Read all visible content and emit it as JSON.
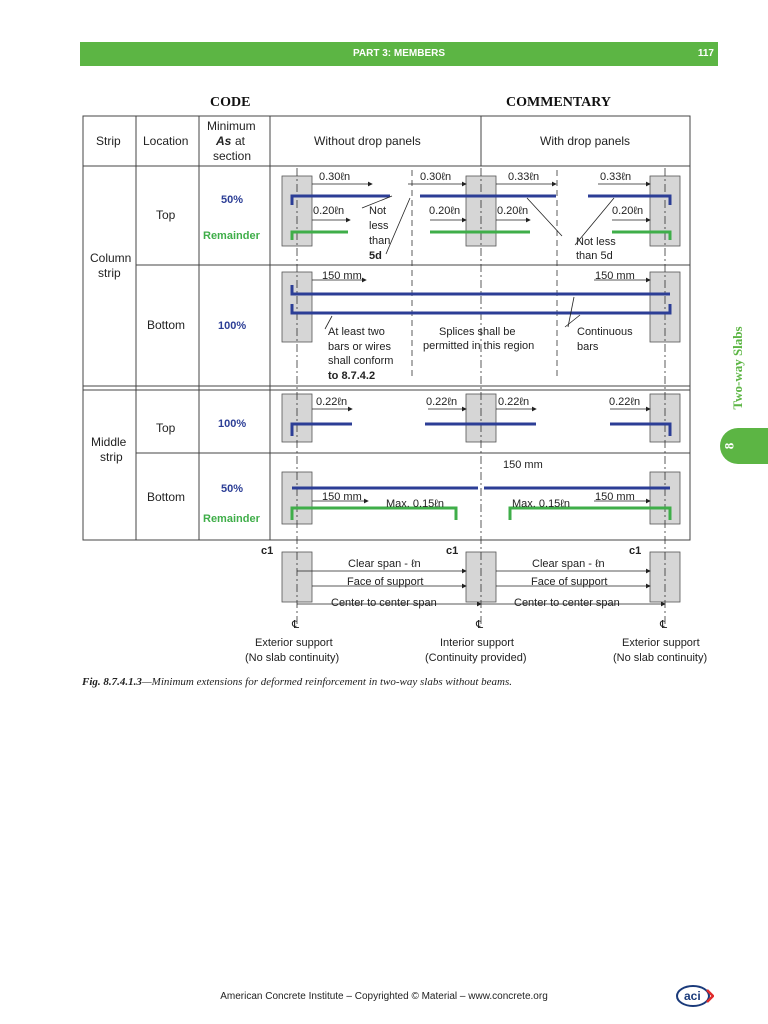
{
  "header": {
    "part": "PART 3: MEMBERS",
    "page_number": "117"
  },
  "columns": {
    "code": "CODE",
    "commentary": "COMMENTARY"
  },
  "side_tab": {
    "chapter": "8",
    "title": "Two-way Slabs"
  },
  "table": {
    "headers": {
      "strip": "Strip",
      "location": "Location",
      "min_as_1": "Minimum",
      "min_as_2": "As",
      "min_as_3": "at",
      "min_as_4": "section",
      "without": "Without drop panels",
      "with": "With drop panels"
    },
    "column_strip_1": "Column",
    "column_strip_2": "strip",
    "middle_strip_1": "Middle",
    "middle_strip_2": "strip",
    "top": "Top",
    "bottom": "Bottom",
    "pct50": "50%",
    "pct100": "100%",
    "remainder": "Remainder"
  },
  "figure": {
    "dim_030": "0.30ℓn",
    "dim_033": "0.33ℓn",
    "dim_020": "0.20ℓn",
    "dim_022": "0.22ℓn",
    "dim_150": "150 mm",
    "max_015": "Max. 0.15ℓn",
    "not_less_1": "Not",
    "not_less_2": "less",
    "not_less_3": "than",
    "not_less_4": "5d",
    "not_less_than": "Not less",
    "than_5d": "than 5d",
    "atleast_1": "At least two",
    "atleast_2": "bars or wires",
    "atleast_3": "shall conform",
    "atleast_4": "to 8.7.4.2",
    "splices_1": "Splices shall be",
    "splices_2": "permitted in this region",
    "continuous_1": "Continuous",
    "continuous_2": "bars",
    "c1": "c1",
    "clear_span": "Clear span - ℓn",
    "face_of_support": "Face of support",
    "center_span": "Center to center span",
    "cl": "℄",
    "ext_support": "Exterior support",
    "no_continuity": "(No slab continuity)",
    "int_support": "Interior support",
    "continuity": "(Continuity provided)"
  },
  "caption": {
    "label": "Fig. 8.7.4.1.3",
    "text": "—Minimum extensions for deformed reinforcement in two-way slabs without beams."
  },
  "footer": {
    "text": "American Concrete Institute – Copyrighted © Material – www.concrete.org"
  },
  "logo": {
    "text": "aci"
  },
  "colors": {
    "green": "#5cb544",
    "blue": "#2c3e96",
    "rebar_green": "#3fae49"
  }
}
